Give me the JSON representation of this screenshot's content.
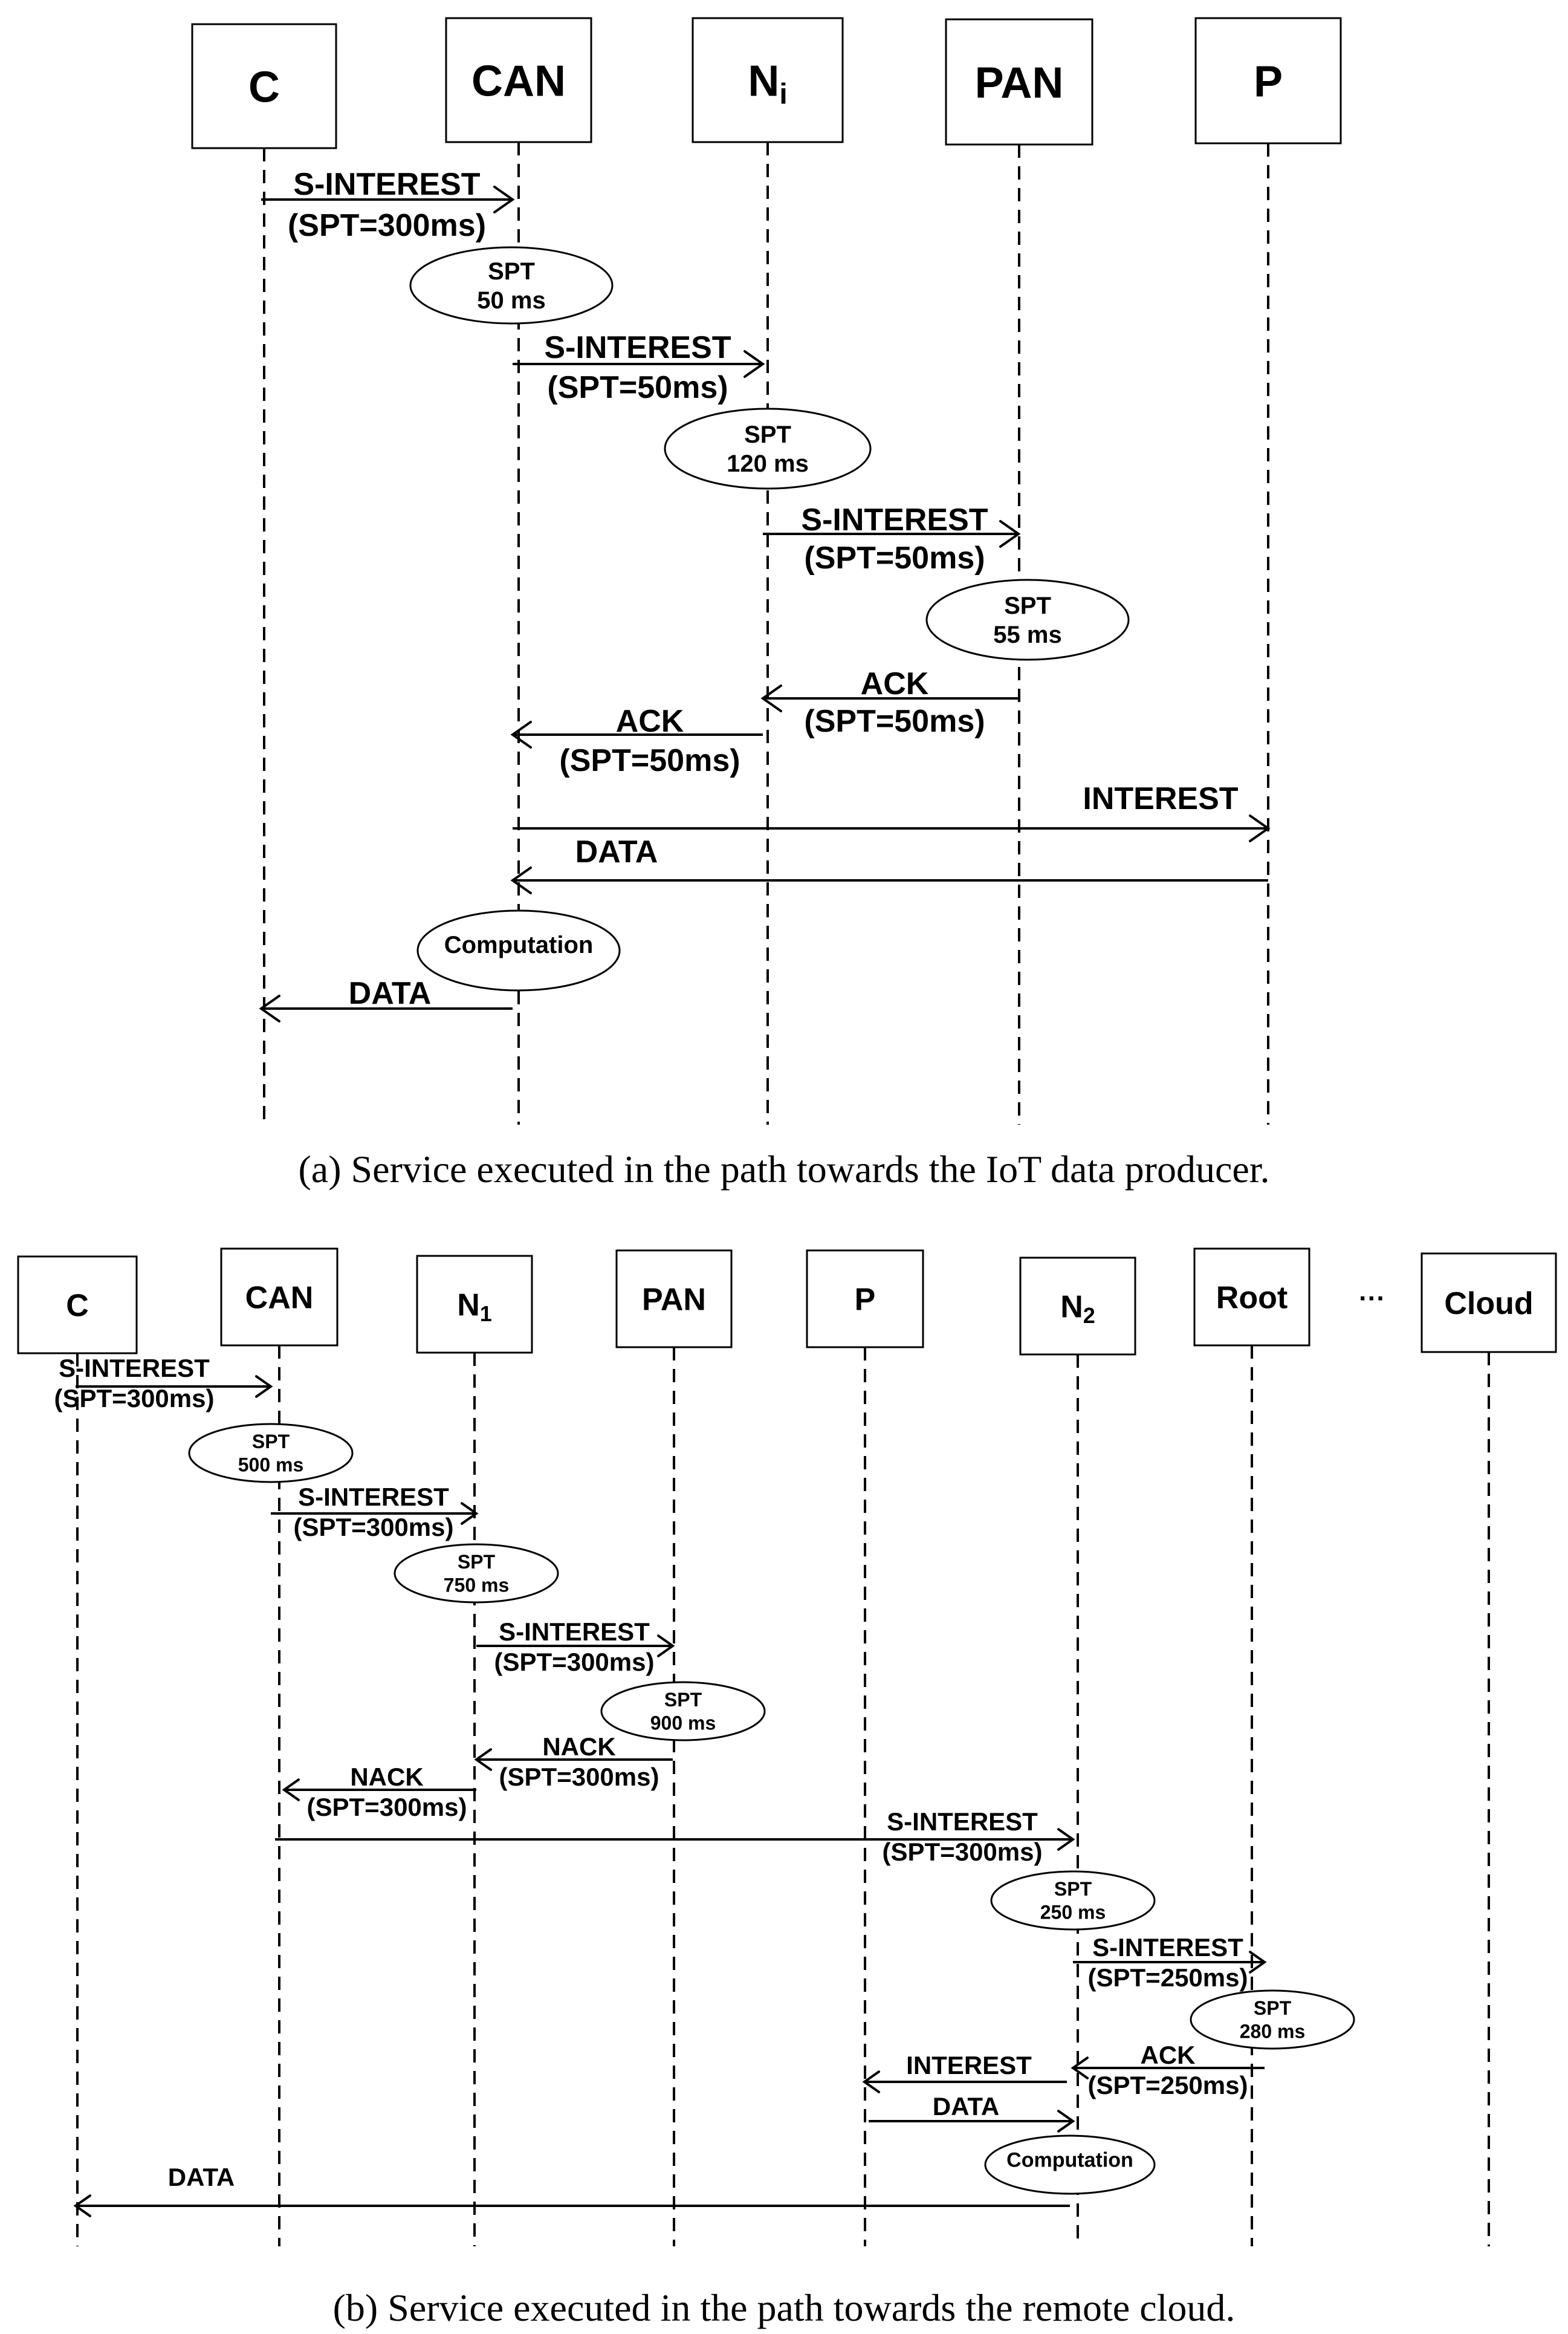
{
  "diagrams": [
    {
      "id": "a",
      "caption": "(a)  Service executed in the path towards the IoT data producer.",
      "participants": [
        {
          "label": "C"
        },
        {
          "label": "CAN"
        },
        {
          "label": "N",
          "sub": "i"
        },
        {
          "label": "PAN"
        },
        {
          "label": "P"
        }
      ],
      "messages": [
        {
          "label": "S-INTEREST",
          "detail": "(SPT=300ms)",
          "from": "C",
          "to": "CAN"
        },
        {
          "label": "S-INTEREST",
          "detail": "(SPT=50ms)",
          "from": "CAN",
          "to": "Ni"
        },
        {
          "label": "S-INTEREST",
          "detail": "(SPT=50ms)",
          "from": "Ni",
          "to": "PAN"
        },
        {
          "label": "ACK",
          "detail": "(SPT=50ms)",
          "from": "PAN",
          "to": "Ni"
        },
        {
          "label": "ACK",
          "detail": "(SPT=50ms)",
          "from": "Ni",
          "to": "CAN"
        },
        {
          "label": "INTEREST",
          "from": "CAN",
          "to": "P"
        },
        {
          "label": "DATA",
          "from": "P",
          "to": "CAN"
        },
        {
          "label": "DATA",
          "from": "CAN",
          "to": "C"
        }
      ],
      "notes": [
        {
          "line1": "SPT",
          "line2": "50 ms",
          "at": "CAN"
        },
        {
          "line1": "SPT",
          "line2": "120 ms",
          "at": "Ni"
        },
        {
          "line1": "SPT",
          "line2": "55 ms",
          "at": "PAN"
        },
        {
          "line1": "Computation",
          "at": "CAN"
        }
      ]
    },
    {
      "id": "b",
      "caption": "(b)  Service executed in the path towards the remote cloud.",
      "participants": [
        {
          "label": "C"
        },
        {
          "label": "CAN"
        },
        {
          "label": "N",
          "sub": "1"
        },
        {
          "label": "PAN"
        },
        {
          "label": "P"
        },
        {
          "label": "N",
          "sub": "2"
        },
        {
          "label": "Root"
        },
        {
          "label": "Cloud"
        }
      ],
      "ellipsis": "···",
      "messages": [
        {
          "label": "S-INTEREST",
          "detail": "(SPT=300ms)",
          "from": "C",
          "to": "CAN"
        },
        {
          "label": "S-INTEREST",
          "detail": "(SPT=300ms)",
          "from": "CAN",
          "to": "N1"
        },
        {
          "label": "S-INTEREST",
          "detail": "(SPT=300ms)",
          "from": "N1",
          "to": "PAN"
        },
        {
          "label": "NACK",
          "detail": "(SPT=300ms)",
          "from": "PAN",
          "to": "N1"
        },
        {
          "label": "NACK",
          "detail": "(SPT=300ms)",
          "from": "N1",
          "to": "CAN"
        },
        {
          "label": "S-INTEREST",
          "detail": "(SPT=300ms)",
          "from": "CAN",
          "to": "N2"
        },
        {
          "label": "S-INTEREST",
          "detail": "(SPT=250ms)",
          "from": "N2",
          "to": "Root"
        },
        {
          "label": "ACK",
          "detail": "(SPT=250ms)",
          "from": "Root",
          "to": "N2"
        },
        {
          "label": "INTEREST",
          "from": "N2",
          "to": "P"
        },
        {
          "label": "DATA",
          "from": "P",
          "to": "N2"
        },
        {
          "label": "DATA",
          "from": "N2",
          "to": "C"
        }
      ],
      "notes": [
        {
          "line1": "SPT",
          "line2": "500 ms",
          "at": "CAN"
        },
        {
          "line1": "SPT",
          "line2": "750 ms",
          "at": "N1"
        },
        {
          "line1": "SPT",
          "line2": "900 ms",
          "at": "PAN"
        },
        {
          "line1": "SPT",
          "line2": "250 ms",
          "at": "N2"
        },
        {
          "line1": "SPT",
          "line2": "280 ms",
          "at": "Root"
        },
        {
          "line1": "Computation",
          "at": "N2"
        }
      ]
    }
  ]
}
